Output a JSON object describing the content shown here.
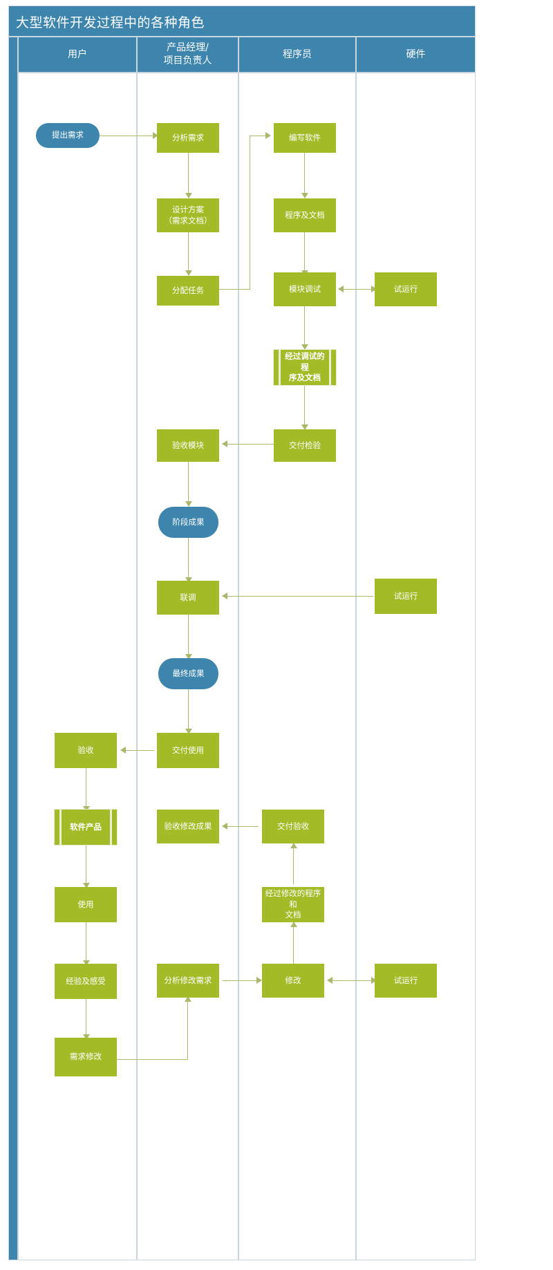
{
  "diagram": {
    "title": "大型软件开发过程中的各种角色",
    "type": "swimlane-flowchart",
    "colors": {
      "header_blue": "#3d85ad",
      "process_green": "#a4bb28",
      "connector_olive": "#a9b96a",
      "lane_border": "#c9d6de",
      "doc_accent": "#e9eed4"
    },
    "lanes": [
      {
        "id": "user",
        "label": "用户"
      },
      {
        "id": "pm",
        "label": "产品经理/\n项目负责人",
        "label_line1": "产品经理/",
        "label_line2": "项目负责人"
      },
      {
        "id": "dev",
        "label": "程序员"
      },
      {
        "id": "hw",
        "label": "硬件"
      }
    ],
    "nodes": [
      {
        "id": "n1",
        "lane": "user",
        "shape": "terminator",
        "label": "提出需求"
      },
      {
        "id": "n2",
        "lane": "pm",
        "shape": "process",
        "label": "分析需求"
      },
      {
        "id": "n3",
        "lane": "pm",
        "shape": "process",
        "label": "设计方案\n（需求文档）",
        "line1": "设计方案",
        "line2": "（需求文档）"
      },
      {
        "id": "n4",
        "lane": "pm",
        "shape": "process",
        "label": "分配任务"
      },
      {
        "id": "n5",
        "lane": "dev",
        "shape": "process",
        "label": "编写软件"
      },
      {
        "id": "n6",
        "lane": "dev",
        "shape": "process",
        "label": "程序及文档"
      },
      {
        "id": "n7",
        "lane": "dev",
        "shape": "process",
        "label": "模块调试"
      },
      {
        "id": "n8",
        "lane": "hw",
        "shape": "process",
        "label": "试运行"
      },
      {
        "id": "n9",
        "lane": "dev",
        "shape": "document",
        "label": "经过调试的程\n序及文档",
        "line1": "经过调试的程",
        "line2": "序及文档"
      },
      {
        "id": "n10",
        "lane": "dev",
        "shape": "process",
        "label": "交付检验"
      },
      {
        "id": "n11",
        "lane": "pm",
        "shape": "process",
        "label": "验收模块"
      },
      {
        "id": "n12",
        "lane": "pm",
        "shape": "terminator",
        "label": "阶段成果"
      },
      {
        "id": "n13",
        "lane": "pm",
        "shape": "process",
        "label": "联调"
      },
      {
        "id": "n14",
        "lane": "hw",
        "shape": "process",
        "label": "试运行"
      },
      {
        "id": "n15",
        "lane": "pm",
        "shape": "terminator",
        "label": "最终成果"
      },
      {
        "id": "n16",
        "lane": "pm",
        "shape": "process",
        "label": "交付使用"
      },
      {
        "id": "n17",
        "lane": "user",
        "shape": "process",
        "label": "验收"
      },
      {
        "id": "n18",
        "lane": "user",
        "shape": "document",
        "label": "软件产品"
      },
      {
        "id": "n19",
        "lane": "pm",
        "shape": "process",
        "label": "验收修改成果"
      },
      {
        "id": "n20",
        "lane": "dev",
        "shape": "process",
        "label": "交付验收"
      },
      {
        "id": "n21",
        "lane": "user",
        "shape": "process",
        "label": "使用"
      },
      {
        "id": "n22",
        "lane": "dev",
        "shape": "process",
        "label": "经过修改的程序和\n文档",
        "line1": "经过修改的程序和",
        "line2": "文档"
      },
      {
        "id": "n23",
        "lane": "user",
        "shape": "process",
        "label": "经验及感受"
      },
      {
        "id": "n24",
        "lane": "pm",
        "shape": "process",
        "label": "分析修改需求"
      },
      {
        "id": "n25",
        "lane": "dev",
        "shape": "process",
        "label": "修改"
      },
      {
        "id": "n26",
        "lane": "hw",
        "shape": "process",
        "label": "试运行"
      },
      {
        "id": "n27",
        "lane": "user",
        "shape": "process",
        "label": "需求修改"
      }
    ],
    "edges": [
      {
        "from": "n1",
        "to": "n2",
        "dir": "right"
      },
      {
        "from": "n2",
        "to": "n3",
        "dir": "down"
      },
      {
        "from": "n3",
        "to": "n4",
        "dir": "down"
      },
      {
        "from": "n4",
        "to": "n5",
        "dir": "up-right"
      },
      {
        "from": "n5",
        "to": "n6",
        "dir": "down"
      },
      {
        "from": "n6",
        "to": "n7",
        "dir": "down"
      },
      {
        "from": "n7",
        "to": "n8",
        "dir": "both-horizontal"
      },
      {
        "from": "n7",
        "to": "n9",
        "dir": "down"
      },
      {
        "from": "n9",
        "to": "n10",
        "dir": "down"
      },
      {
        "from": "n10",
        "to": "n11",
        "dir": "left"
      },
      {
        "from": "n11",
        "to": "n12",
        "dir": "down"
      },
      {
        "from": "n12",
        "to": "n13",
        "dir": "down"
      },
      {
        "from": "n14",
        "to": "n13",
        "dir": "left"
      },
      {
        "from": "n13",
        "to": "n15",
        "dir": "down"
      },
      {
        "from": "n15",
        "to": "n16",
        "dir": "down"
      },
      {
        "from": "n16",
        "to": "n17",
        "dir": "left"
      },
      {
        "from": "n17",
        "to": "n18",
        "dir": "down"
      },
      {
        "from": "n18",
        "to": "n21",
        "dir": "down"
      },
      {
        "from": "n20",
        "to": "n19",
        "dir": "left"
      },
      {
        "from": "n21",
        "to": "n23",
        "dir": "down"
      },
      {
        "from": "n22",
        "to": "n20",
        "dir": "up"
      },
      {
        "from": "n25",
        "to": "n22",
        "dir": "up"
      },
      {
        "from": "n23",
        "to": "n27",
        "dir": "down"
      },
      {
        "from": "n27",
        "to": "n24",
        "dir": "right-up"
      },
      {
        "from": "n24",
        "to": "n25",
        "dir": "right"
      },
      {
        "from": "n26",
        "to": "n25",
        "dir": "both-horizontal"
      }
    ]
  }
}
